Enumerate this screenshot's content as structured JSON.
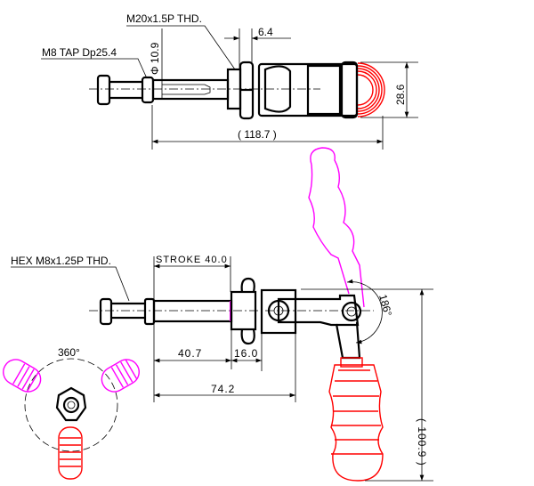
{
  "labels": {
    "thread_main": "M20x1.5P THD.",
    "tap": "M8 TAP Dp25.4",
    "hex_thread": "HEX M8x1.25P THD."
  },
  "dimensions": {
    "flange_thickness": "6.4",
    "diameter": "Φ 10.9",
    "height": "28.6",
    "overall_length": "( 118.7 )",
    "stroke": "STROKE 40.0",
    "rod_length": "40.7",
    "body_offset": "16.0",
    "total_to_body": "74.2",
    "handle_height": "( 100.9 )",
    "handle_angle": "186°",
    "rotation": "360°"
  },
  "colors": {
    "outline": "#000000",
    "handle_closed": "#ff0000",
    "handle_open": "#ff00ff"
  }
}
